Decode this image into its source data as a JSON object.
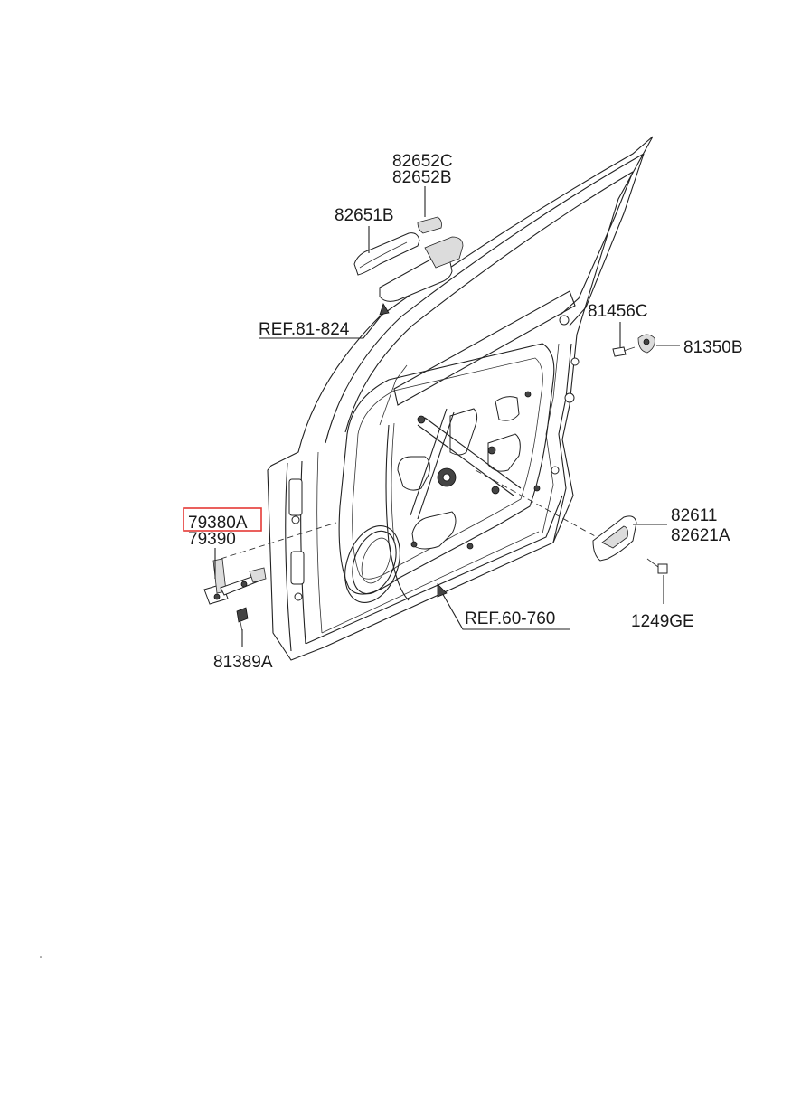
{
  "labels": {
    "p82652c": "82652C",
    "p82652b": "82652B",
    "p82651b": "82651B",
    "ref81824": "REF.81-824",
    "p81456c": "81456C",
    "p81350b": "81350B",
    "p79380a": "79380A",
    "p79390": "79390",
    "p82611": "82611",
    "p82621a": "82621A",
    "p1249ge": "1249GE",
    "ref60760": "REF.60-760",
    "p81389a": "81389A"
  },
  "highlighted_part": "79380A",
  "colors": {
    "highlight": "#e53935",
    "line": "#222222",
    "background": "#ffffff"
  }
}
